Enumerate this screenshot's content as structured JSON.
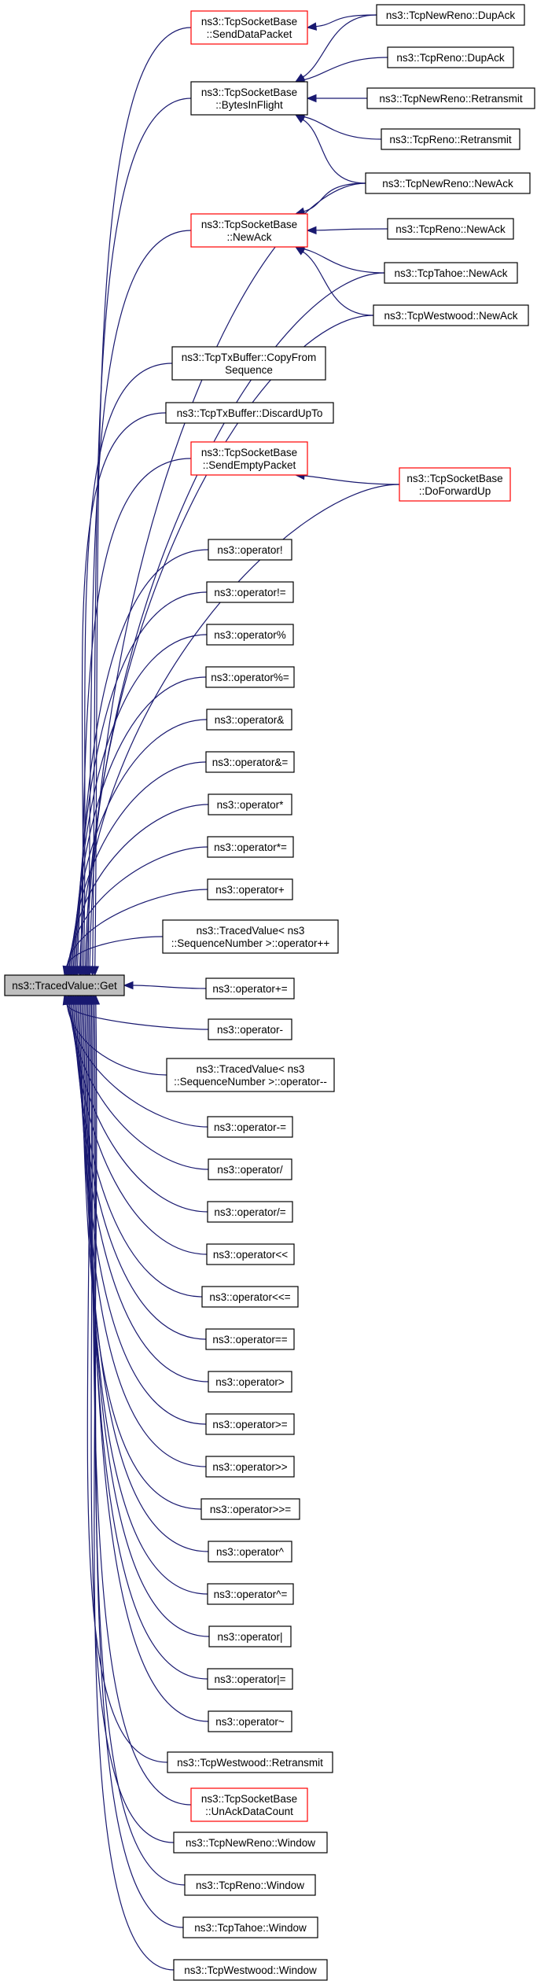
{
  "diagram": {
    "nodes": [
      {
        "id": "get",
        "lines": [
          "ns3::TracedValue::Get"
        ],
        "style": "root"
      },
      {
        "id": "senddata",
        "lines": [
          "ns3::TcpSocketBase",
          "::SendDataPacket"
        ],
        "style": "red"
      },
      {
        "id": "bytes",
        "lines": [
          "ns3::TcpSocketBase",
          "::BytesInFlight"
        ],
        "style": "normal"
      },
      {
        "id": "sbnewack",
        "lines": [
          "ns3::TcpSocketBase",
          "::NewAck"
        ],
        "style": "red"
      },
      {
        "id": "nr_dupack",
        "lines": [
          "ns3::TcpNewReno::DupAck"
        ],
        "style": "normal"
      },
      {
        "id": "r_dupack",
        "lines": [
          "ns3::TcpReno::DupAck"
        ],
        "style": "normal"
      },
      {
        "id": "nr_retx",
        "lines": [
          "ns3::TcpNewReno::Retransmit"
        ],
        "style": "normal"
      },
      {
        "id": "r_retx",
        "lines": [
          "ns3::TcpReno::Retransmit"
        ],
        "style": "normal"
      },
      {
        "id": "nr_newack",
        "lines": [
          "ns3::TcpNewReno::NewAck"
        ],
        "style": "normal"
      },
      {
        "id": "r_newack",
        "lines": [
          "ns3::TcpReno::NewAck"
        ],
        "style": "normal"
      },
      {
        "id": "t_newack",
        "lines": [
          "ns3::TcpTahoe::NewAck"
        ],
        "style": "normal"
      },
      {
        "id": "w_newack",
        "lines": [
          "ns3::TcpWestwood::NewAck"
        ],
        "style": "normal"
      },
      {
        "id": "copyfrom",
        "lines": [
          "ns3::TcpTxBuffer::CopyFrom",
          "Sequence"
        ],
        "style": "normal"
      },
      {
        "id": "discard",
        "lines": [
          "ns3::TcpTxBuffer::DiscardUpTo"
        ],
        "style": "normal"
      },
      {
        "id": "sendempty",
        "lines": [
          "ns3::TcpSocketBase",
          "::SendEmptyPacket"
        ],
        "style": "red"
      },
      {
        "id": "doforward",
        "lines": [
          "ns3::TcpSocketBase",
          "::DoForwardUp"
        ],
        "style": "red"
      },
      {
        "id": "op_not",
        "lines": [
          "ns3::operator!"
        ],
        "style": "normal"
      },
      {
        "id": "op_ne",
        "lines": [
          "ns3::operator!="
        ],
        "style": "normal"
      },
      {
        "id": "op_mod",
        "lines": [
          "ns3::operator%"
        ],
        "style": "normal"
      },
      {
        "id": "op_mode",
        "lines": [
          "ns3::operator%="
        ],
        "style": "normal"
      },
      {
        "id": "op_and",
        "lines": [
          "ns3::operator&"
        ],
        "style": "normal"
      },
      {
        "id": "op_ande",
        "lines": [
          "ns3::operator&="
        ],
        "style": "normal"
      },
      {
        "id": "op_mul",
        "lines": [
          "ns3::operator*"
        ],
        "style": "normal"
      },
      {
        "id": "op_mule",
        "lines": [
          "ns3::operator*="
        ],
        "style": "normal"
      },
      {
        "id": "op_add",
        "lines": [
          "ns3::operator+"
        ],
        "style": "normal"
      },
      {
        "id": "tv_inc",
        "lines": [
          "ns3::TracedValue< ns3",
          "::SequenceNumber >::operator++"
        ],
        "style": "normal"
      },
      {
        "id": "op_adde",
        "lines": [
          "ns3::operator+="
        ],
        "style": "normal"
      },
      {
        "id": "op_sub",
        "lines": [
          "ns3::operator-"
        ],
        "style": "normal"
      },
      {
        "id": "tv_dec",
        "lines": [
          "ns3::TracedValue< ns3",
          "::SequenceNumber >::operator--"
        ],
        "style": "normal"
      },
      {
        "id": "op_sube",
        "lines": [
          "ns3::operator-="
        ],
        "style": "normal"
      },
      {
        "id": "op_div",
        "lines": [
          "ns3::operator/"
        ],
        "style": "normal"
      },
      {
        "id": "op_dive",
        "lines": [
          "ns3::operator/="
        ],
        "style": "normal"
      },
      {
        "id": "op_shl",
        "lines": [
          "ns3::operator<<"
        ],
        "style": "normal"
      },
      {
        "id": "op_shle",
        "lines": [
          "ns3::operator<<="
        ],
        "style": "normal"
      },
      {
        "id": "op_eq",
        "lines": [
          "ns3::operator=="
        ],
        "style": "normal"
      },
      {
        "id": "op_gt",
        "lines": [
          "ns3::operator>"
        ],
        "style": "normal"
      },
      {
        "id": "op_ge",
        "lines": [
          "ns3::operator>="
        ],
        "style": "normal"
      },
      {
        "id": "op_shr",
        "lines": [
          "ns3::operator>>"
        ],
        "style": "normal"
      },
      {
        "id": "op_shre",
        "lines": [
          "ns3::operator>>="
        ],
        "style": "normal"
      },
      {
        "id": "op_xor",
        "lines": [
          "ns3::operator^"
        ],
        "style": "normal"
      },
      {
        "id": "op_xore",
        "lines": [
          "ns3::operator^="
        ],
        "style": "normal"
      },
      {
        "id": "op_or",
        "lines": [
          "ns3::operator|"
        ],
        "style": "normal"
      },
      {
        "id": "op_ore",
        "lines": [
          "ns3::operator|="
        ],
        "style": "normal"
      },
      {
        "id": "op_not2",
        "lines": [
          "ns3::operator~"
        ],
        "style": "normal"
      },
      {
        "id": "w_retx",
        "lines": [
          "ns3::TcpWestwood::Retransmit"
        ],
        "style": "normal"
      },
      {
        "id": "unack",
        "lines": [
          "ns3::TcpSocketBase",
          "::UnAckDataCount"
        ],
        "style": "red"
      },
      {
        "id": "nr_window",
        "lines": [
          "ns3::TcpNewReno::Window"
        ],
        "style": "normal"
      },
      {
        "id": "r_window",
        "lines": [
          "ns3::TcpReno::Window"
        ],
        "style": "normal"
      },
      {
        "id": "t_window",
        "lines": [
          "ns3::TcpTahoe::Window"
        ],
        "style": "normal"
      },
      {
        "id": "w_window",
        "lines": [
          "ns3::TcpWestwood::Window"
        ],
        "style": "normal"
      }
    ],
    "edges": [
      {
        "from": "senddata",
        "to": "get"
      },
      {
        "from": "bytes",
        "to": "get"
      },
      {
        "from": "nr_newack",
        "to": "get"
      },
      {
        "from": "sbnewack",
        "to": "get"
      },
      {
        "from": "t_newack",
        "to": "get"
      },
      {
        "from": "w_newack",
        "to": "get"
      },
      {
        "from": "copyfrom",
        "to": "get"
      },
      {
        "from": "discard",
        "to": "get"
      },
      {
        "from": "sendempty",
        "to": "get"
      },
      {
        "from": "doforward",
        "to": "get"
      },
      {
        "from": "op_not",
        "to": "get"
      },
      {
        "from": "op_ne",
        "to": "get"
      },
      {
        "from": "op_mod",
        "to": "get"
      },
      {
        "from": "op_mode",
        "to": "get"
      },
      {
        "from": "op_and",
        "to": "get"
      },
      {
        "from": "op_ande",
        "to": "get"
      },
      {
        "from": "op_mul",
        "to": "get"
      },
      {
        "from": "op_mule",
        "to": "get"
      },
      {
        "from": "op_add",
        "to": "get"
      },
      {
        "from": "tv_inc",
        "to": "get"
      },
      {
        "from": "op_adde",
        "to": "get"
      },
      {
        "from": "op_sub",
        "to": "get"
      },
      {
        "from": "tv_dec",
        "to": "get"
      },
      {
        "from": "op_sube",
        "to": "get"
      },
      {
        "from": "op_div",
        "to": "get"
      },
      {
        "from": "op_dive",
        "to": "get"
      },
      {
        "from": "op_shl",
        "to": "get"
      },
      {
        "from": "op_shle",
        "to": "get"
      },
      {
        "from": "op_eq",
        "to": "get"
      },
      {
        "from": "op_gt",
        "to": "get"
      },
      {
        "from": "op_ge",
        "to": "get"
      },
      {
        "from": "op_shr",
        "to": "get"
      },
      {
        "from": "op_shre",
        "to": "get"
      },
      {
        "from": "op_xor",
        "to": "get"
      },
      {
        "from": "op_xore",
        "to": "get"
      },
      {
        "from": "op_or",
        "to": "get"
      },
      {
        "from": "op_ore",
        "to": "get"
      },
      {
        "from": "op_not2",
        "to": "get"
      },
      {
        "from": "w_retx",
        "to": "get"
      },
      {
        "from": "unack",
        "to": "get"
      },
      {
        "from": "nr_window",
        "to": "get"
      },
      {
        "from": "r_window",
        "to": "get"
      },
      {
        "from": "t_window",
        "to": "get"
      },
      {
        "from": "w_window",
        "to": "get"
      },
      {
        "from": "nr_dupack",
        "to": "senddata"
      },
      {
        "from": "nr_dupack",
        "to": "bytes"
      },
      {
        "from": "r_dupack",
        "to": "bytes"
      },
      {
        "from": "nr_retx",
        "to": "bytes"
      },
      {
        "from": "r_retx",
        "to": "bytes"
      },
      {
        "from": "nr_newack",
        "to": "bytes"
      },
      {
        "from": "nr_newack",
        "to": "sbnewack"
      },
      {
        "from": "r_newack",
        "to": "sbnewack"
      },
      {
        "from": "t_newack",
        "to": "sbnewack"
      },
      {
        "from": "w_newack",
        "to": "sbnewack"
      },
      {
        "from": "doforward",
        "to": "sendempty"
      }
    ]
  }
}
